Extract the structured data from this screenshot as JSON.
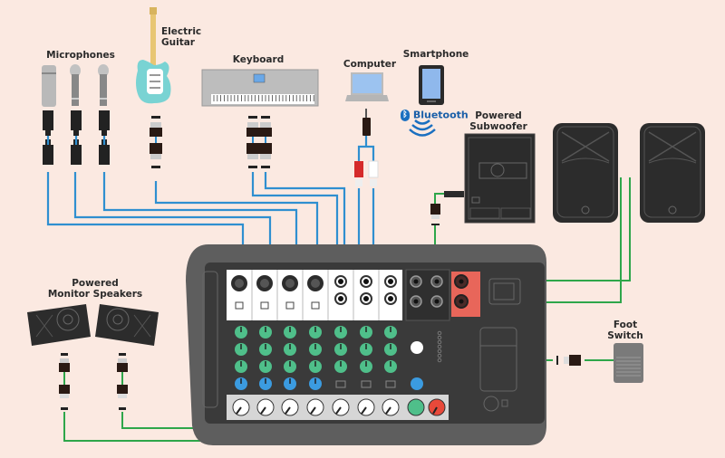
{
  "labels": {
    "microphones": "Microphones",
    "electric_guitar_line1": "Electric",
    "electric_guitar_line2": "Guitar",
    "keyboard": "Keyboard",
    "computer": "Computer",
    "smartphone": "Smartphone",
    "bluetooth": "Bluetooth",
    "powered_subwoofer_line1": "Powered",
    "powered_subwoofer_line2": "Subwoofer",
    "powered_monitor_line1": "Powered",
    "powered_monitor_line2": "Monitor Speakers",
    "foot_switch_line1": "Foot",
    "foot_switch_line2": "Switch"
  },
  "colors": {
    "background": "#fbe9e1",
    "input_cable": "#2f8fd0",
    "output_cable": "#2ea64a",
    "mixer_body": "#3a3a3a",
    "knob_green": "#4fbf8a",
    "knob_blue": "#3b9be0",
    "knob_red": "#e8493a",
    "speaker_out_panel": "#e8665a"
  },
  "mixer": {
    "mono_channels": 4,
    "stereo_channels": 3,
    "knob_rows": 4
  }
}
